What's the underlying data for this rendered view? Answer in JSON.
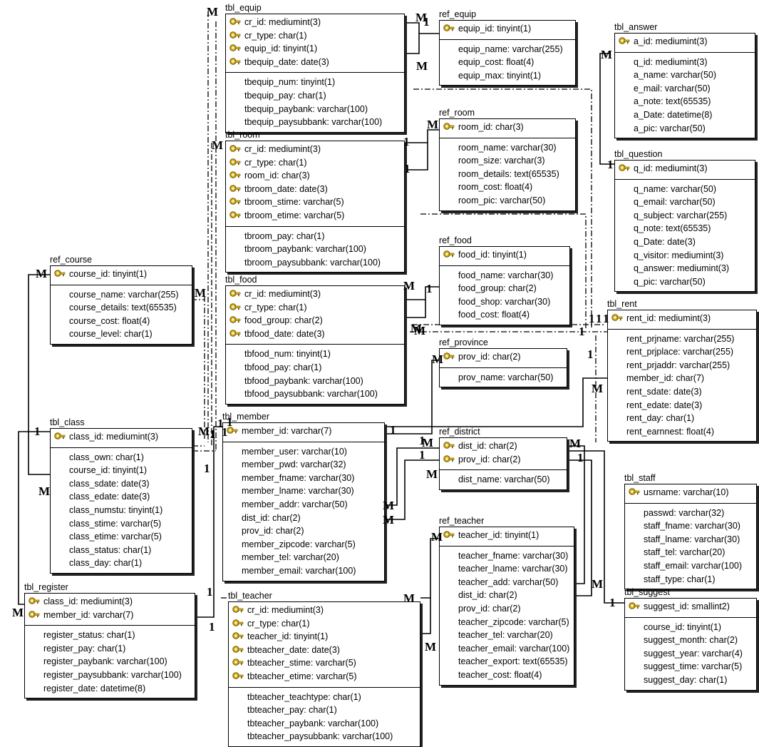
{
  "tables": [
    {
      "id": "tbl_equip",
      "title": "tbl_equip",
      "pk": [
        "cr_id: mediumint(3)",
        "cr_type: char(1)",
        "equip_id: tinyint(1)",
        "tbequip_date: date(3)"
      ],
      "attrs": [
        "tbequip_num: tinyint(1)",
        "tbequip_pay: char(1)",
        "tbequip_paybank: varchar(100)",
        "tbequip_paysubbank: varchar(100)"
      ]
    },
    {
      "id": "ref_equip",
      "title": "ref_equip",
      "pk": [
        "equip_id: tinyint(1)"
      ],
      "attrs": [
        "equip_name: varchar(255)",
        "equip_cost: float(4)",
        "equip_max: tinyint(1)"
      ]
    },
    {
      "id": "tbl_answer",
      "title": "tbl_answer",
      "pk": [
        "a_id: mediumint(3)"
      ],
      "attrs": [
        "q_id: mediumint(3)",
        "a_name: varchar(50)",
        "e_mail: varchar(50)",
        "a_note: text(65535)",
        "a_Date: datetime(8)",
        "a_pic: varchar(50)"
      ]
    },
    {
      "id": "tbl_room",
      "title": "tbl_room",
      "pk": [
        "cr_id: mediumint(3)",
        "cr_type: char(1)",
        "room_id: char(3)",
        "tbroom_date: date(3)",
        "tbroom_stime: varchar(5)",
        "tbroom_etime: varchar(5)"
      ],
      "attrs": [
        "tbroom_pay: char(1)",
        "tbroom_paybank: varchar(100)",
        "tbroom_paysubbank: varchar(100)"
      ]
    },
    {
      "id": "ref_room",
      "title": "ref_room",
      "pk": [
        "room_id: char(3)"
      ],
      "attrs": [
        "room_name: varchar(30)",
        "room_size: varchar(3)",
        "room_details: text(65535)",
        "room_cost: float(4)",
        "room_pic: varchar(50)"
      ]
    },
    {
      "id": "tbl_question",
      "title": "tbl_question",
      "pk": [
        "q_id: mediumint(3)"
      ],
      "attrs": [
        "q_name: varchar(50)",
        "q_email: varchar(50)",
        "q_subject: varchar(255)",
        "q_note: text(65535)",
        "q_Date: date(3)",
        "q_visitor: mediumint(3)",
        "q_answer: mediumint(3)",
        "q_pic: varchar(50)"
      ]
    },
    {
      "id": "ref_course",
      "title": "ref_course",
      "pk": [
        "course_id: tinyint(1)"
      ],
      "attrs": [
        "course_name: varchar(255)",
        "course_details: text(65535)",
        "course_cost: float(4)",
        "course_level: char(1)"
      ]
    },
    {
      "id": "ref_food",
      "title": "ref_food",
      "pk": [
        "food_id: tinyint(1)"
      ],
      "attrs": [
        "food_name: varchar(30)",
        "food_group: char(2)",
        "food_shop: varchar(30)",
        "food_cost: float(4)"
      ]
    },
    {
      "id": "tbl_food",
      "title": "tbl_food",
      "pk": [
        "cr_id: mediumint(3)",
        "cr_type: char(1)",
        "food_group: char(2)",
        "tbfood_date: date(3)"
      ],
      "attrs": [
        "tbfood_num: tinyint(1)",
        "tbfood_pay: char(1)",
        "tbfood_paybank: varchar(100)",
        "tbfood_paysubbank: varchar(100)"
      ]
    },
    {
      "id": "tbl_rent",
      "title": "tbl_rent",
      "pk": [
        "rent_id: mediumint(3)"
      ],
      "attrs": [
        "rent_prjname: varchar(255)",
        "rent_prjplace: varchar(255)",
        "rent_prjaddr: varchar(255)",
        "member_id: char(7)",
        "rent_sdate: date(3)",
        "rent_edate: date(3)",
        "rent_day:  char(1)",
        "rent_earnnest: float(4)"
      ]
    },
    {
      "id": "ref_province",
      "title": "ref_province",
      "pk": [
        "prov_id: char(2)"
      ],
      "attrs": [
        "prov_name: varchar(50)"
      ]
    },
    {
      "id": "tbl_class",
      "title": "tbl_class",
      "pk": [
        "class_id: mediumint(3)"
      ],
      "attrs": [
        "class_own: char(1)",
        "course_id: tinyint(1)",
        "class_sdate: date(3)",
        "class_edate: date(3)",
        "class_numstu: tinyint(1)",
        "class_stime: varchar(5)",
        "class_etime: varchar(5)",
        "class_status: char(1)",
        "class_day: char(1)"
      ]
    },
    {
      "id": "tbl_member",
      "title": "tbl_member",
      "pk": [
        "member_id: varchar(7)"
      ],
      "attrs": [
        "member_user: varchar(10)",
        "member_pwd: varchar(32)",
        "member_fname: varchar(30)",
        "member_lname: varchar(30)",
        "member_addr: varchar(50)",
        "dist_id: char(2)",
        "prov_id: char(2)",
        "member_zipcode: varchar(5)",
        "member_tel: varchar(20)",
        "member_email: varchar(100)"
      ]
    },
    {
      "id": "ref_district",
      "title": "ref_district",
      "pk": [
        "dist_id: char(2)",
        "prov_id: char(2)"
      ],
      "attrs": [
        "dist_name: varchar(50)"
      ]
    },
    {
      "id": "tbl_staff",
      "title": "tbl_staff",
      "pk": [
        "usrname: varchar(10)"
      ],
      "attrs": [
        "passwd: varchar(32)",
        "staff_fname: varchar(30)",
        "staff_lname: varchar(30)",
        "staff_tel: varchar(20)",
        "staff_email: varchar(100)",
        "staff_type: char(1)"
      ]
    },
    {
      "id": "ref_teacher",
      "title": "ref_teacher",
      "pk": [
        "teacher_id: tinyint(1)"
      ],
      "attrs": [
        "teacher_fname: varchar(30)",
        "teacher_lname: varchar(30)",
        "teacher_add: varchar(50)",
        "dist_id: char(2)",
        "prov_id: char(2)",
        "teacher_zipcode: varchar(5)",
        "teacher_tel: varchar(20)",
        "teacher_email: varchar(100)",
        "teacher_export: text(65535)",
        "teacher_cost: float(4)"
      ]
    },
    {
      "id": "tbl_register",
      "title": "tbl_register",
      "pk": [
        "class_id: mediumint(3)",
        "member_id: varchar(7)"
      ],
      "attrs": [
        "register_status: char(1)",
        "register_pay: char(1)",
        "register_paybank: varchar(100)",
        "register_paysubbank: varchar(100)",
        "register_date: datetime(8)"
      ]
    },
    {
      "id": "tbl_teacher",
      "title": "tbl_teacher",
      "pk": [
        "cr_id: mediumint(3)",
        "cr_type: char(1)",
        "teacher_id: tinyint(1)",
        "tbteacher_date: date(3)",
        "tbteacher_stime: varchar(5)",
        "tbteacher_etime: varchar(5)"
      ],
      "attrs": [
        "tbteacher_teachtype: char(1)",
        "tbteacher_pay: char(1)",
        "tbteacher_paybank: varchar(100)",
        "tbteacher_paysubbank: varchar(100)"
      ]
    },
    {
      "id": "tbl_suggest",
      "title": "tbl_suggest",
      "pk": [
        "suggest_id: smallint2)"
      ],
      "attrs": [
        "course_id: tinyint(1)",
        "suggest_month: char(2)",
        "suggest_year: varchar(4)",
        "suggest_time: varchar(5)",
        "suggest_day: char(1)"
      ]
    }
  ],
  "cardinality_labels": [
    "M",
    "1",
    "M",
    "M",
    "M",
    "1",
    "M",
    "M",
    "1",
    "1",
    "M",
    "1",
    "M",
    "M",
    "M",
    "1",
    "1",
    "1",
    "1",
    "1",
    "1",
    "1",
    "1",
    "1",
    "1",
    "M",
    "1",
    "M",
    "1",
    "M",
    "M",
    "1",
    "1",
    "M",
    "M",
    "M",
    "M",
    "M",
    "M",
    "1",
    "M",
    "M",
    "1",
    "M",
    "M",
    "M",
    "1",
    "1"
  ],
  "colors": {
    "line": "#000000",
    "key_gold": "#d9b41a",
    "key_dark": "#6b5200"
  }
}
